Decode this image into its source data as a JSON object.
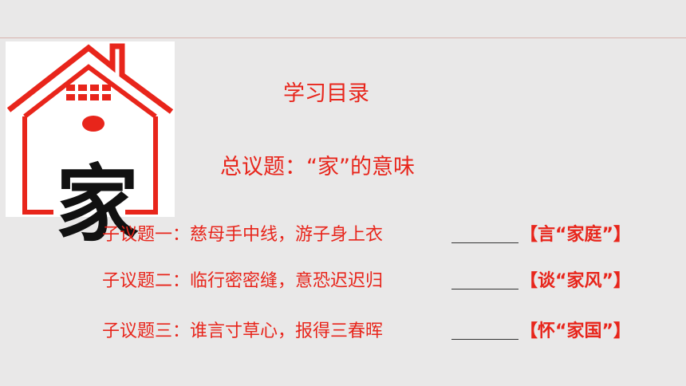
{
  "logo": {
    "char": "家",
    "colors": {
      "red": "#e8251b",
      "black": "#111111"
    }
  },
  "heading": "学习目录",
  "main_topic": "总议题：“家”的意味",
  "subtopics": [
    {
      "text": "子议题一：慈母手中线，游子身上衣",
      "tag": "【言“家庭”】"
    },
    {
      "text": "子议题二：临行密密缝，意恐迟迟归",
      "tag": "【谈“家风”】"
    },
    {
      "text": "子议题三：谁言寸草心，报得三春晖",
      "tag": "【怀“家国”】"
    }
  ],
  "colors": {
    "accent": "#e8251b",
    "background": "#e9e8e8"
  }
}
